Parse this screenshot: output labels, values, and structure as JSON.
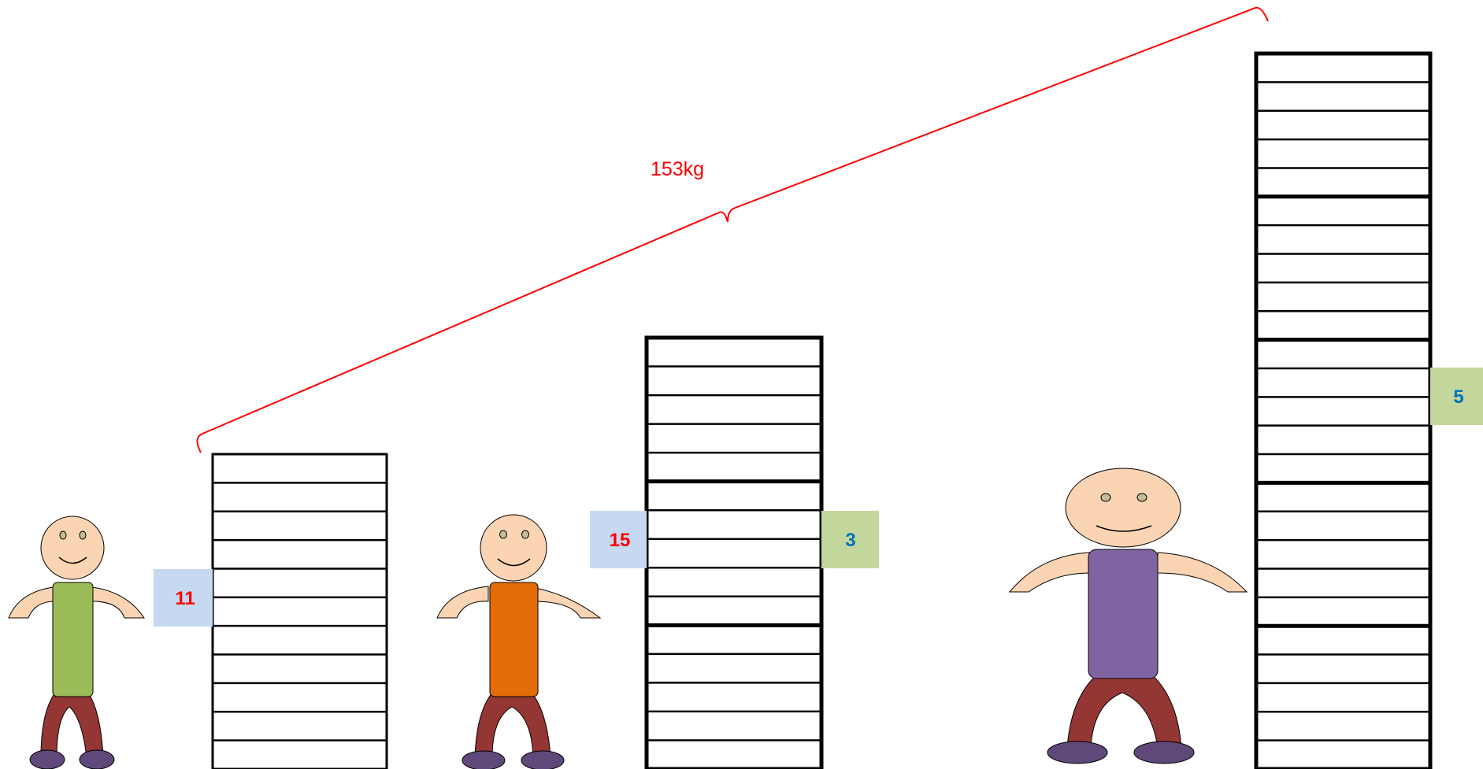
{
  "brace_label": "153kg",
  "colors": {
    "brace": "#ff0000",
    "skin": "#fbd5b3",
    "legs": "#943634",
    "shoes": "#5f497a",
    "shirt_small": "#9bbb59",
    "shirt_medium": "#e36c09",
    "shirt_large": "#8064a2",
    "badge_blue_bg": "#c6d9f1",
    "badge_green_bg": "#c3d69b",
    "text_red": "#ff0000",
    "text_blue": "#0070c0"
  },
  "figures": [
    {
      "id": "small",
      "shirt_color": "#9bbb59",
      "stack": {
        "rows": 11,
        "group_size": 0
      },
      "badges": [
        {
          "text": "11",
          "side": "left",
          "style": "blue-red"
        }
      ]
    },
    {
      "id": "medium",
      "shirt_color": "#e36c09",
      "stack": {
        "rows": 15,
        "group_size": 5
      },
      "badges": [
        {
          "text": "15",
          "side": "left",
          "style": "blue-red"
        },
        {
          "text": "3",
          "side": "right",
          "style": "green-blue"
        }
      ]
    },
    {
      "id": "large",
      "shirt_color": "#8064a2",
      "stack": {
        "rows": 25,
        "group_size": 5
      },
      "badges": [
        {
          "text": "5",
          "side": "right",
          "style": "green-blue"
        }
      ]
    }
  ]
}
